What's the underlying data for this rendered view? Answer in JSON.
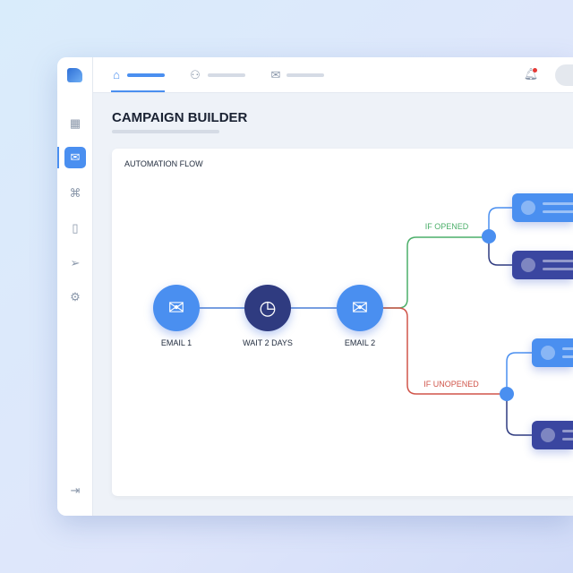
{
  "header": {
    "tabs": [
      {
        "icon": "home-icon",
        "active": true
      },
      {
        "icon": "users-icon",
        "active": false
      },
      {
        "icon": "mail-icon",
        "active": false
      }
    ],
    "notification_dot": true
  },
  "sidebar": {
    "items": [
      {
        "icon": "grid-icon"
      },
      {
        "icon": "mail-icon",
        "active": true
      },
      {
        "icon": "flow-icon"
      },
      {
        "icon": "file-icon"
      },
      {
        "icon": "send-icon"
      },
      {
        "icon": "gear-icon"
      }
    ],
    "bottom": "logout-icon"
  },
  "page": {
    "title": "CAMPAIGN BUILDER"
  },
  "flow": {
    "title": "AUTOMATION FLOW",
    "nodes": [
      {
        "label": "EMAIL 1",
        "icon": "mail-icon"
      },
      {
        "label": "WAIT 2 DAYS",
        "icon": "clock-icon"
      },
      {
        "label": "EMAIL 2",
        "icon": "mail-icon"
      }
    ],
    "branches": [
      {
        "label": "IF OPENED",
        "color": "#4caf6a"
      },
      {
        "label": "IF UNOPENED",
        "color": "#d0554a"
      }
    ]
  },
  "colors": {
    "accent": "#4a8ff0",
    "dark": "#3a46a0"
  }
}
